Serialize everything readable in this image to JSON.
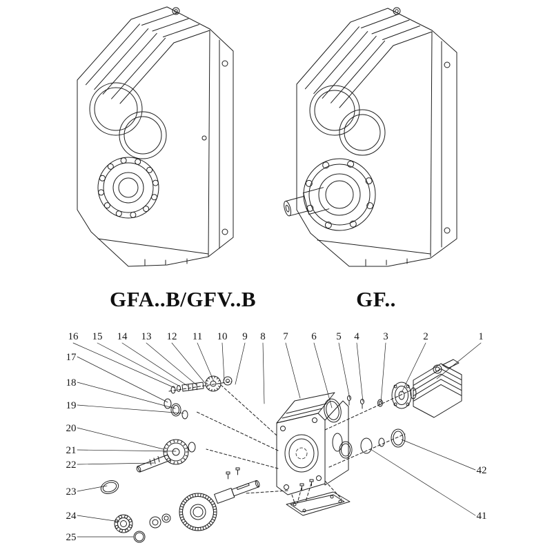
{
  "page": {
    "background": "#ffffff",
    "line_color": "#1c1c1c",
    "description": "Catalog page: two isometric line drawings of parallel-shaft helical gear reducers above an exploded parts diagram with numbered callouts"
  },
  "models": {
    "left_label": "GFA..B/GFV..B",
    "right_label": "GF.."
  },
  "exploded": {
    "top_row": [
      "16",
      "15",
      "14",
      "13",
      "12",
      "11",
      "10",
      "9",
      "8",
      "7",
      "6",
      "5",
      "4",
      "3",
      "2",
      "1"
    ],
    "left_column": [
      "17",
      "18",
      "19",
      "20",
      "21",
      "22",
      "23",
      "24",
      "25"
    ],
    "right_column": [
      "42",
      "41"
    ]
  }
}
